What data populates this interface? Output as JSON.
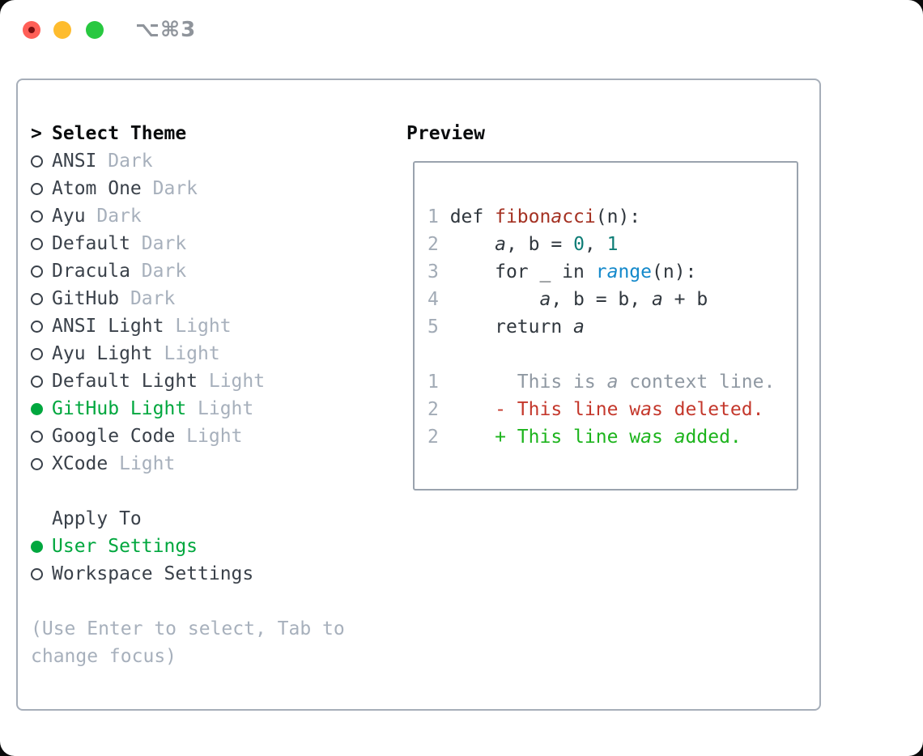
{
  "window": {
    "title": "⌥⌘3",
    "traffic_lights": {
      "close_color": "#ff5f57",
      "close_dot_color": "#7a0e10",
      "minimize_color": "#febc2e",
      "zoom_color": "#28c840"
    }
  },
  "dialog": {
    "header_prefix": ">",
    "header": "Select Theme",
    "themes": [
      {
        "name": "ANSI",
        "variant": "Dark",
        "selected": false
      },
      {
        "name": "Atom One",
        "variant": "Dark",
        "selected": false
      },
      {
        "name": "Ayu",
        "variant": "Dark",
        "selected": false
      },
      {
        "name": "Default",
        "variant": "Dark",
        "selected": false
      },
      {
        "name": "Dracula",
        "variant": "Dark",
        "selected": false
      },
      {
        "name": "GitHub",
        "variant": "Dark",
        "selected": false
      },
      {
        "name": "ANSI Light",
        "variant": "Light",
        "selected": false
      },
      {
        "name": "Ayu Light",
        "variant": "Light",
        "selected": false
      },
      {
        "name": "Default Light",
        "variant": "Light",
        "selected": false
      },
      {
        "name": "GitHub Light",
        "variant": "Light",
        "selected": true
      },
      {
        "name": "Google Code",
        "variant": "Light",
        "selected": false
      },
      {
        "name": "XCode",
        "variant": "Light",
        "selected": false
      }
    ],
    "apply_header": "Apply To",
    "apply_options": [
      {
        "name": "User Settings",
        "selected": true
      },
      {
        "name": "Workspace Settings",
        "selected": false
      }
    ],
    "hint_lines": [
      "(Use Enter to select, Tab to",
      "change focus)"
    ]
  },
  "preview": {
    "title": "Preview",
    "lines": [
      [
        {
          "t": "1 ",
          "c": "num"
        },
        {
          "t": "def ",
          "c": "code"
        },
        {
          "t": "fibonacci",
          "c": "func"
        },
        {
          "t": "(n):",
          "c": "code"
        }
      ],
      [
        {
          "t": "2",
          "c": "num"
        },
        {
          "t": "     a, b = ",
          "c": "code"
        },
        {
          "t": "0",
          "c": "lit"
        },
        {
          "t": ", ",
          "c": "code"
        },
        {
          "t": "1",
          "c": "lit"
        }
      ],
      [
        {
          "t": "3",
          "c": "num"
        },
        {
          "t": "     for _ in ",
          "c": "code"
        },
        {
          "t": "range",
          "c": "blue"
        },
        {
          "t": "(n):",
          "c": "code"
        }
      ],
      [
        {
          "t": "4",
          "c": "num"
        },
        {
          "t": "         a, b = b, a + b",
          "c": "code"
        }
      ],
      [
        {
          "t": "5",
          "c": "num"
        },
        {
          "t": "     return a",
          "c": "code"
        }
      ],
      [],
      [
        {
          "t": "1",
          "c": "num"
        },
        {
          "t": "       This is a context line.",
          "c": "ctx"
        }
      ],
      [
        {
          "t": "2",
          "c": "num"
        },
        {
          "t": "     - This line was deleted.",
          "c": "del"
        }
      ],
      [
        {
          "t": "2",
          "c": "num"
        },
        {
          "t": "     + This line was added.",
          "c": "add"
        }
      ]
    ]
  },
  "colors": {
    "header_text": "#0a0c0e",
    "list_text": "#3a414a",
    "list_muted": "#a7b0bc",
    "selected_green": "#00a73e",
    "panel_border": "#a6aeb9",
    "preview_border": "#9aa3ae",
    "window_title": "#8f949b",
    "preview": {
      "num": "#a2abb6",
      "code": "#30373e",
      "func": "#a43122",
      "lit": "#0e7d76",
      "blue": "#1489cb",
      "ctx": "#8f98a2",
      "del": "#c4382c",
      "add": "#1db41d"
    }
  }
}
